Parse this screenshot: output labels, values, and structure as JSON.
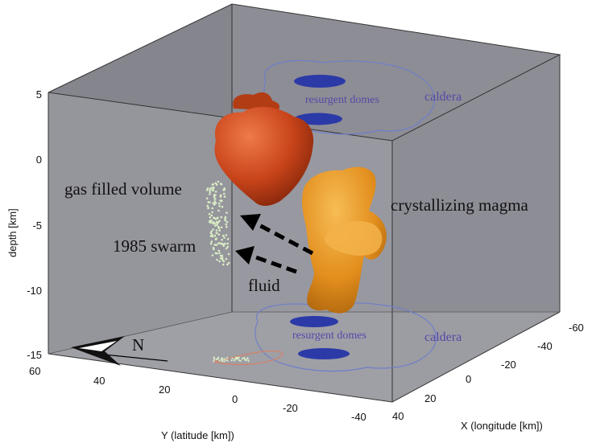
{
  "labels": {
    "gas_filled_volume": "gas filled volume",
    "swarm": "1985 swarm",
    "fluid": "fluid",
    "crystallizing_magma": "crystallizing magma",
    "resurgent_domes_top": "resurgent domes",
    "caldera_top": "caldera",
    "resurgent_domes_bottom": "resurgent domes",
    "caldera_bottom": "caldera",
    "north": "N"
  },
  "axes": {
    "depth": {
      "label": "depth [km]",
      "ticks": [
        "5",
        "0",
        "-5",
        "-10",
        "-15"
      ]
    },
    "y": {
      "label": "Y (latitude [km])",
      "ticks": [
        "60",
        "40",
        "20",
        "0",
        "-20",
        "-40"
      ]
    },
    "x": {
      "label": "X (longitude [km])",
      "ticks": [
        "-60",
        "-40",
        "-20",
        "0",
        "20",
        "40"
      ]
    }
  },
  "colors": {
    "box_fill": "#8f8f96",
    "gas_volume": "#c9461a",
    "magma": "#e08f1c",
    "domes": "#2c3aa8",
    "caldera_outline": "#6f7fc8",
    "swarm_points": "#d8ecc4"
  }
}
